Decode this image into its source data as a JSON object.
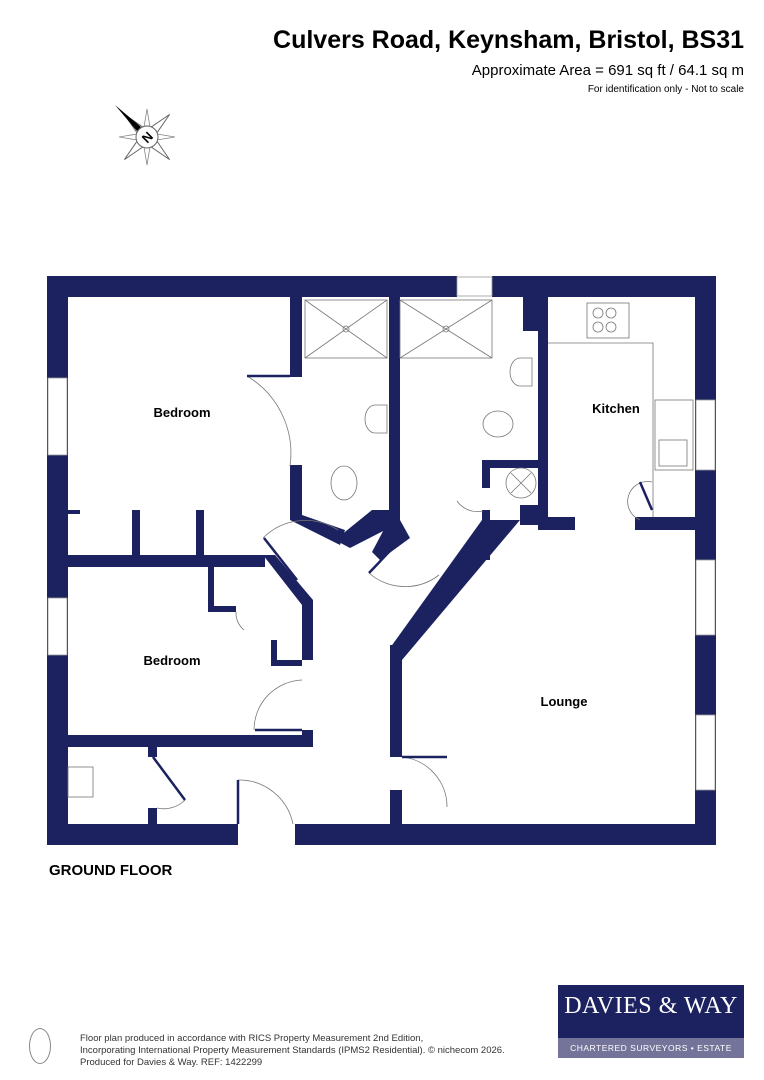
{
  "header": {
    "title": "Culvers Road, Keynsham, Bristol, BS31",
    "area": "Approximate Area = 691 sq ft / 64.1 sq m",
    "note": "For identification only - Not to scale"
  },
  "compass": {
    "label": "N",
    "icon": "compass-icon"
  },
  "plan": {
    "floor_label": "GROUND FLOOR",
    "wall_color": "#1c2260",
    "rooms": [
      "Bedroom",
      "Kitchen",
      "Bedroom",
      "Lounge"
    ]
  },
  "footer": {
    "line1": "Floor plan produced in accordance with RICS Property Measurement 2nd Edition,",
    "line2": "Incorporating International Property Measurement Standards (IPMS2 Residential).   © nichecom 2026.",
    "line3": "Produced for Davies & Way.   REF:  1422299"
  },
  "logo": {
    "brand": "DAVIES & WAY",
    "tagline": "CHARTERED SURVEYORS • ESTATE AGENTS"
  }
}
